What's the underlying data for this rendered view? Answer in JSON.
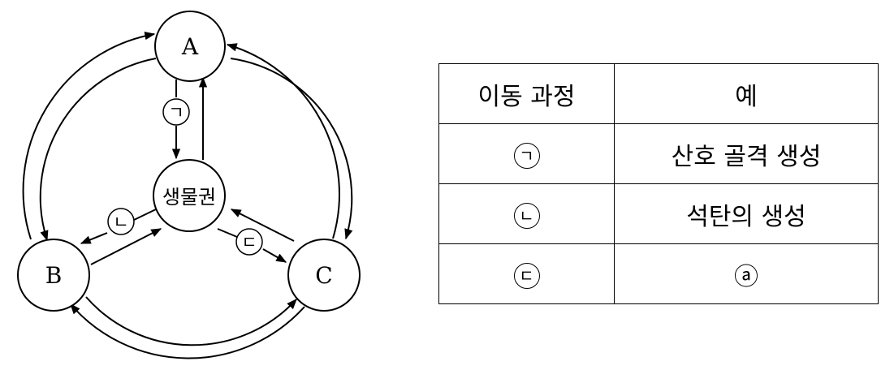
{
  "diagram": {
    "nodes": {
      "a": "A",
      "b": "B",
      "c": "C",
      "center": "생물권"
    },
    "edge_labels": {
      "giyeok": "ㄱ",
      "nieun": "ㄴ",
      "digeut": "ㄷ"
    }
  },
  "table": {
    "headers": [
      "이동 과정",
      "예"
    ],
    "rows": [
      {
        "process": "ㄱ",
        "example": "산호 골격 생성"
      },
      {
        "process": "ㄴ",
        "example": "석탄의 생성"
      },
      {
        "process": "ㄷ",
        "example": "ⓐ"
      }
    ]
  }
}
